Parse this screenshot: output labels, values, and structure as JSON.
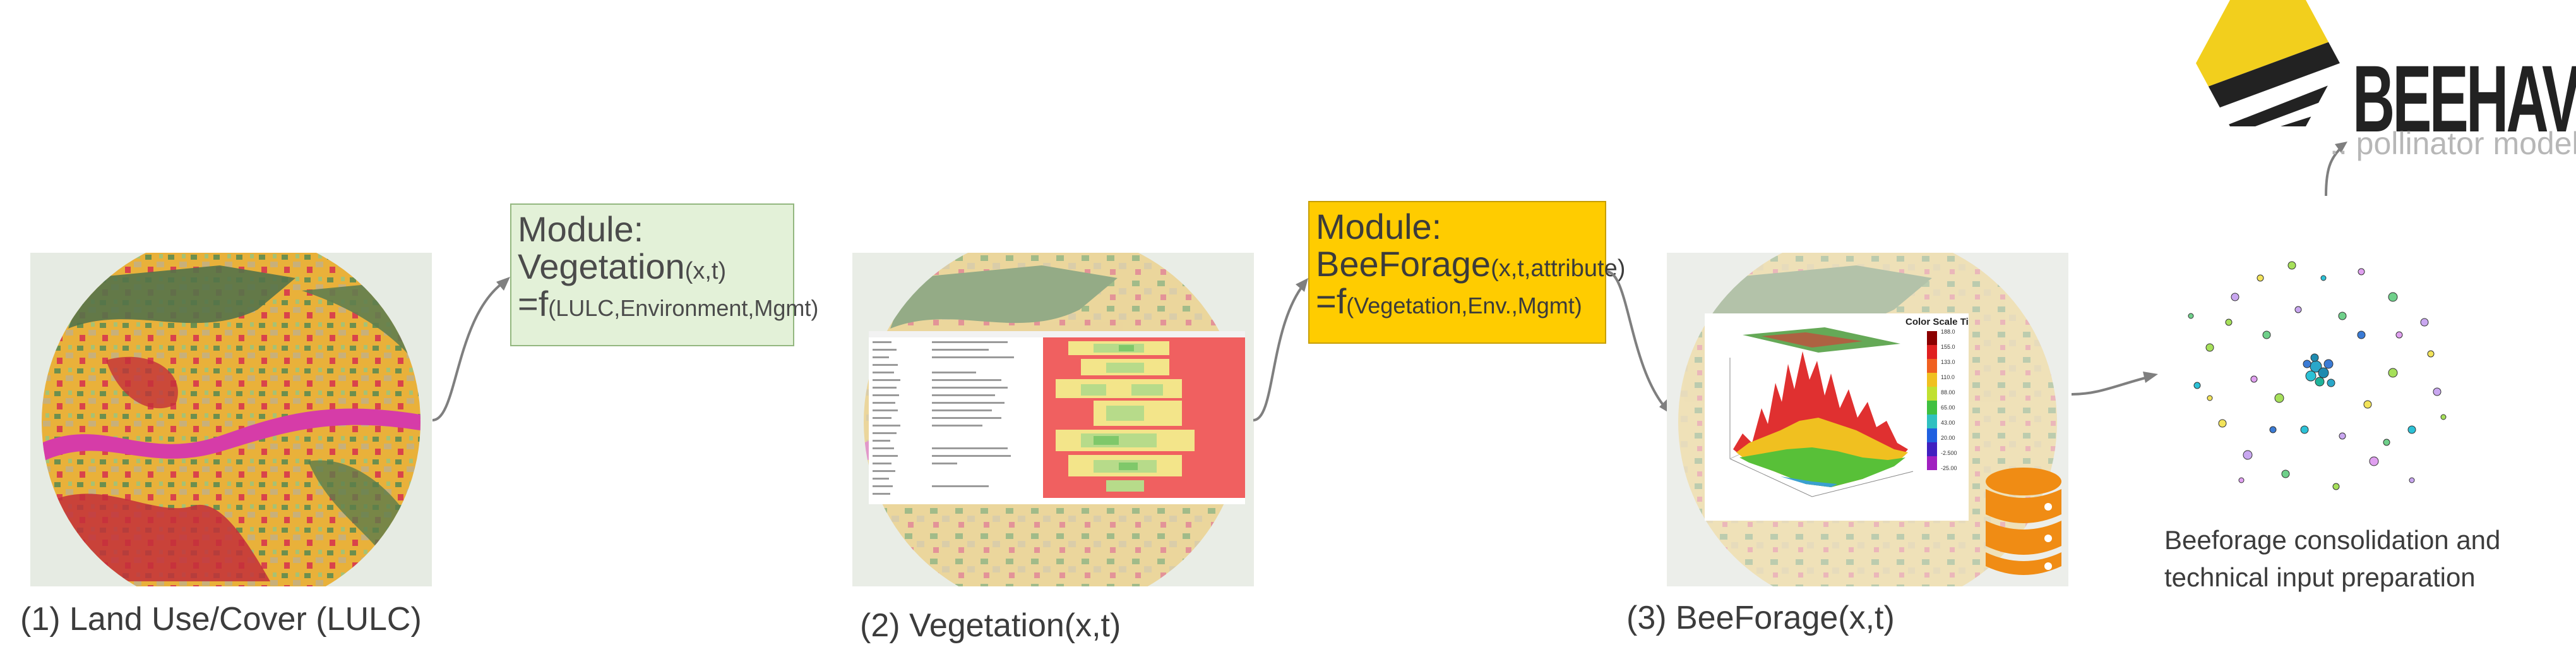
{
  "captions": {
    "lulc": "(1) Land Use/Cover (LULC)",
    "vegetation": "(2) Vegetation(x,t)",
    "beeforage": "(3) BeeForage(x,t)"
  },
  "module_vegetation": {
    "line1": "Module:",
    "name": "Vegetation",
    "name_args": "(x,t)",
    "eq_prefix": "=f",
    "eq_args": "(LULC,Environment,Mgmt)"
  },
  "module_beeforage": {
    "line1": "Module:",
    "name": "BeeForage",
    "name_args": "(x,t,attribute)",
    "eq_prefix": "=f",
    "eq_args": "(Vegetation,Env.,Mgmt)"
  },
  "beehave": {
    "word": "BEEHAVE",
    "tagline": ".. pollinator models"
  },
  "consolidation": {
    "line1": "Beeforage consolidation and",
    "line2": "technical input preparation"
  },
  "surface_plot": {
    "title": "Color Scale Title",
    "colorbar_ticks": [
      "188.0",
      "155.0",
      "133.0",
      "110.0",
      "88.00",
      "65.00",
      "43.00",
      "20.00",
      "-2.500",
      "-25.00"
    ]
  },
  "colors": {
    "vegetation_module_fill": "#e3f1d8",
    "beeforage_module_fill": "#ffcc00",
    "database_icon": "#f08c14",
    "logo_yellow": "#f2cf1d"
  }
}
